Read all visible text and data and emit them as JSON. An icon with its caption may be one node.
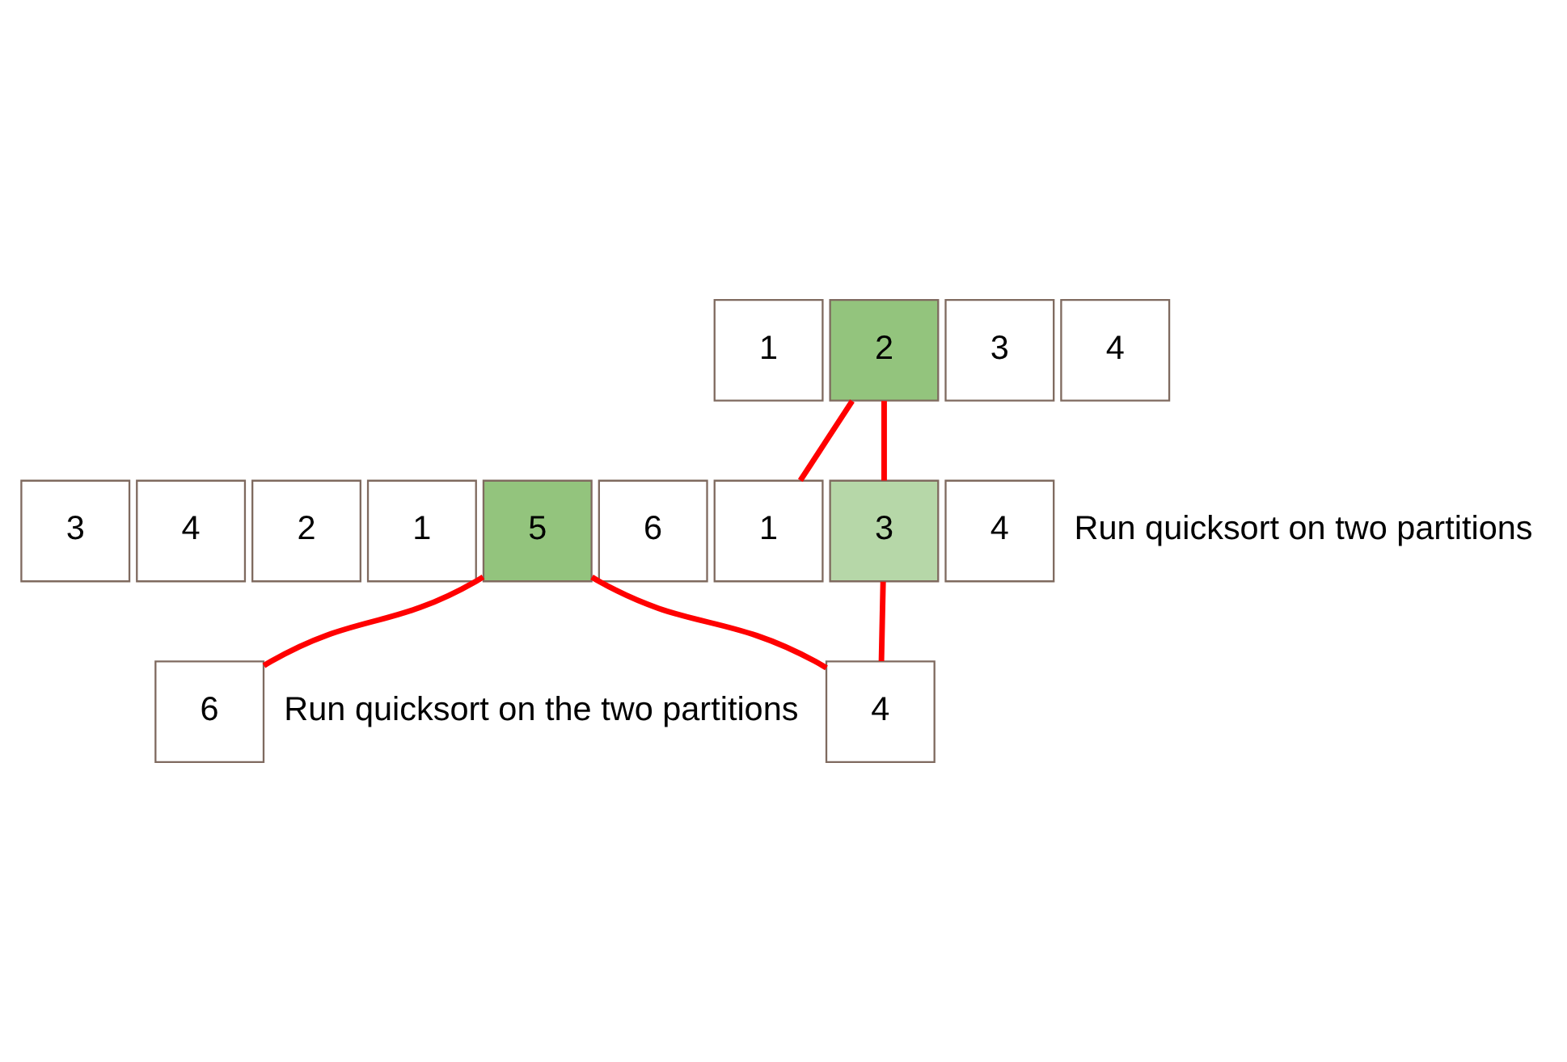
{
  "diagram": {
    "nodes": [
      {
        "text": [
          "3"
        ]
      },
      {
        "text": [
          "4"
        ]
      },
      {
        "text": [
          "2"
        ]
      },
      {
        "text": [
          "1"
        ]
      },
      {
        "text": [
          "5"
        ]
      },
      {
        "text": [
          "6"
        ]
      },
      {
        "text": [
          "1"
        ]
      },
      {
        "text": [
          "2"
        ]
      },
      {
        "text": [
          "3"
        ]
      },
      {
        "text": [
          "4"
        ]
      },
      {
        "text": [
          "6"
        ]
      },
      {
        "text": [
          "1"
        ]
      },
      {
        "text": [
          "3"
        ]
      },
      {
        "text": [
          "4"
        ]
      },
      {
        "text": [
          "4"
        ]
      }
    ],
    "edges": [
      {
        "from": 4,
        "to": 10,
        "arrow": "none"
      },
      {
        "from": 4,
        "to": 14,
        "arrow": "none"
      },
      {
        "from": 7,
        "to": 11,
        "arrow": "none"
      },
      {
        "from": 7,
        "to": 12,
        "arrow": "none"
      },
      {
        "from": 12,
        "to": 14,
        "arrow": "none"
      }
    ],
    "labels": [
      "Run quicksort on the two partitions",
      "Run quicksort on two partitions"
    ]
  }
}
